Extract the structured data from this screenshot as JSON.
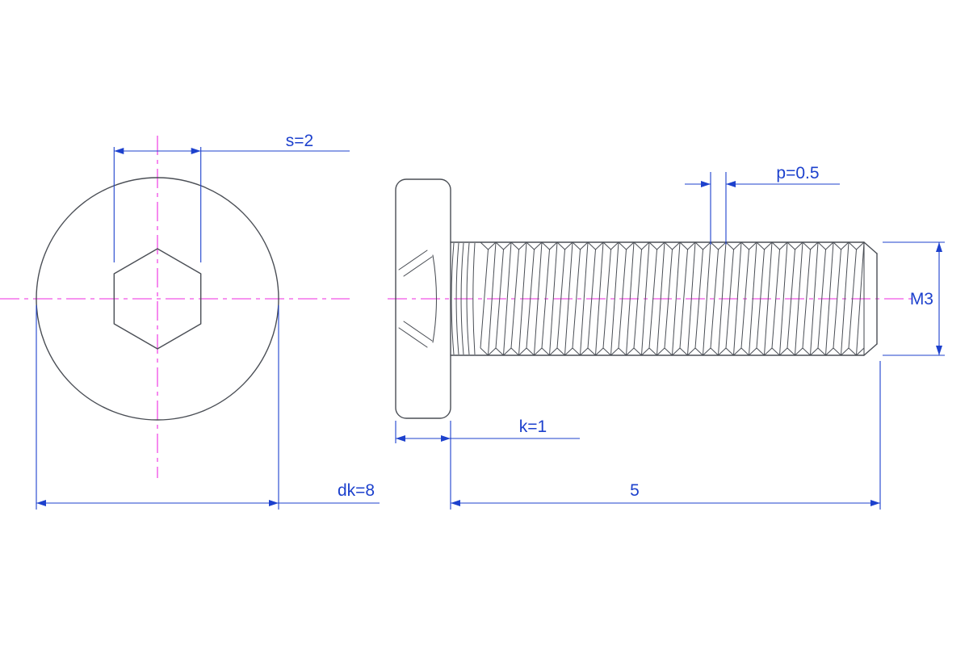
{
  "colors": {
    "dimension_blue": "#1d41cd",
    "centerline_magenta": "#ee2ae2",
    "outline_gray": "#4a4e55",
    "background": "#ffffff"
  },
  "labels": {
    "socket_width": "s=2",
    "head_diameter": "dk=8",
    "head_height": "k=1",
    "thread_pitch": "p=0.5",
    "thread_size": "M3",
    "thread_length": "5"
  }
}
